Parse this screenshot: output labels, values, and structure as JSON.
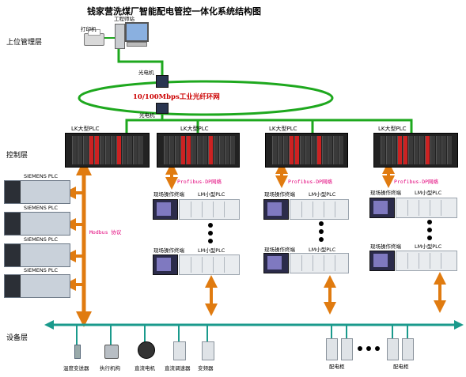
{
  "title": "钱家营洗煤厂智能配电管控一体化系统结构图",
  "layers": {
    "upper": "上位管理层",
    "control": "控制层",
    "device": "设备层"
  },
  "top": {
    "workstation_label": "工程师站",
    "printer_label": "打印机",
    "optical_top": "光电机",
    "optical_bottom": "光电机",
    "ring_label": "10/100Mbps工业光纤环网"
  },
  "lk_plcs": [
    "LK大型PLC",
    "LK大型PLC",
    "LK大型PLC",
    "LK大型PLC"
  ],
  "siemens_plcs": [
    "SIEMENS PLC",
    "SIEMENS PLC",
    "SIEMENS PLC",
    "SIEMENS PLC"
  ],
  "modbus_label": "Modbus 协议",
  "profibus_labels": [
    "Profibus-DP网络",
    "Profibus-DP网络",
    "Profibus-DP网络"
  ],
  "field_groups": [
    {
      "terminal_top": "现场操作终端",
      "lm_top": "LM小型PLC",
      "terminal_bottom": "现场操作终端",
      "lm_bottom": "LM小型PLC"
    },
    {
      "terminal_top": "现场操作终端",
      "lm_top": "LM小型PLC",
      "terminal_bottom": "现场操作终端",
      "lm_bottom": "LM小型PLC"
    },
    {
      "terminal_top": "现场操作终端",
      "lm_top": "LM小型PLC",
      "terminal_bottom": "现场操作终端",
      "lm_bottom": "LM小型PLC"
    }
  ],
  "devices": [
    "温度变送器",
    "执行机构",
    "直流电机",
    "直流调速器",
    "变频器",
    "配电柜",
    "配电柜"
  ],
  "colors": {
    "ring_green": "#1ea81e",
    "field_bus_teal": "#1a9a8c",
    "arrow_orange": "#e07b10",
    "label_pink": "#e2007a",
    "ring_text_red": "#cc0000"
  }
}
